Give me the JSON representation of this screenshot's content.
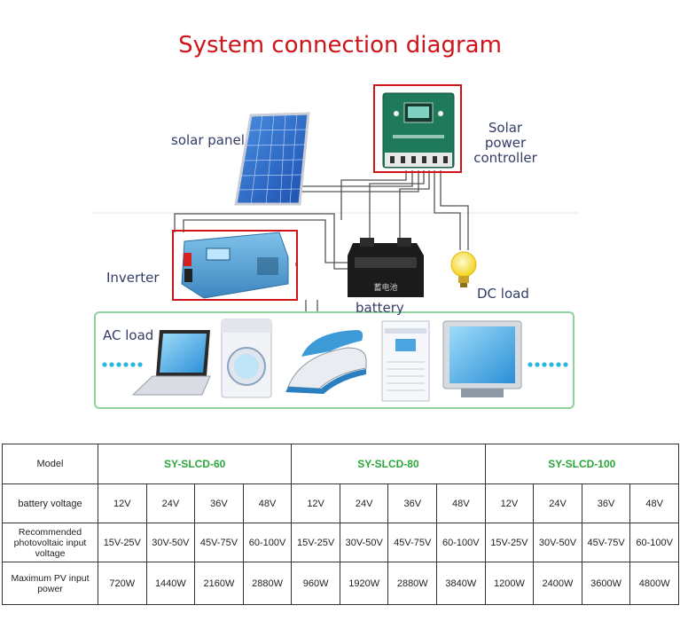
{
  "title": "System connection diagram",
  "components": {
    "solar_panel": "solar panel",
    "controller": [
      "Solar power",
      "controller"
    ],
    "inverter": "Inverter",
    "battery": "battery",
    "dc_load": "DC load",
    "ac_load": "AC load"
  },
  "device_text": {
    "battery_chinese": "蓄电池"
  },
  "table": {
    "row_labels": {
      "model": "Model",
      "battery_voltage": "battery voltage",
      "recommended_pv": "Recommended photovoltaic input voltage",
      "max_pv_power": "Maximum PV input power"
    },
    "models": [
      "SY-SLCD-60",
      "SY-SLCD-80",
      "SY-SLCD-100"
    ],
    "battery_voltages": [
      "12V",
      "24V",
      "36V",
      "48V",
      "12V",
      "24V",
      "36V",
      "48V",
      "12V",
      "24V",
      "36V",
      "48V"
    ],
    "pv_voltages": [
      "15V-25V",
      "30V-50V",
      "45V-75V",
      "60-100V",
      "15V-25V",
      "30V-50V",
      "45V-75V",
      "60-100V",
      "15V-25V",
      "30V-50V",
      "45V-75V",
      "60-100V"
    ],
    "max_power": [
      "720W",
      "1440W",
      "2160W",
      "2880W",
      "960W",
      "1920W",
      "2880W",
      "3840W",
      "1200W",
      "2400W",
      "3600W",
      "4800W"
    ]
  },
  "colors": {
    "title": "#d0141b",
    "highlight_box": "#d0141b",
    "model_text": "#2aa73a",
    "ac_load_frame": "#8fd39a",
    "label_text": "#333c66"
  }
}
